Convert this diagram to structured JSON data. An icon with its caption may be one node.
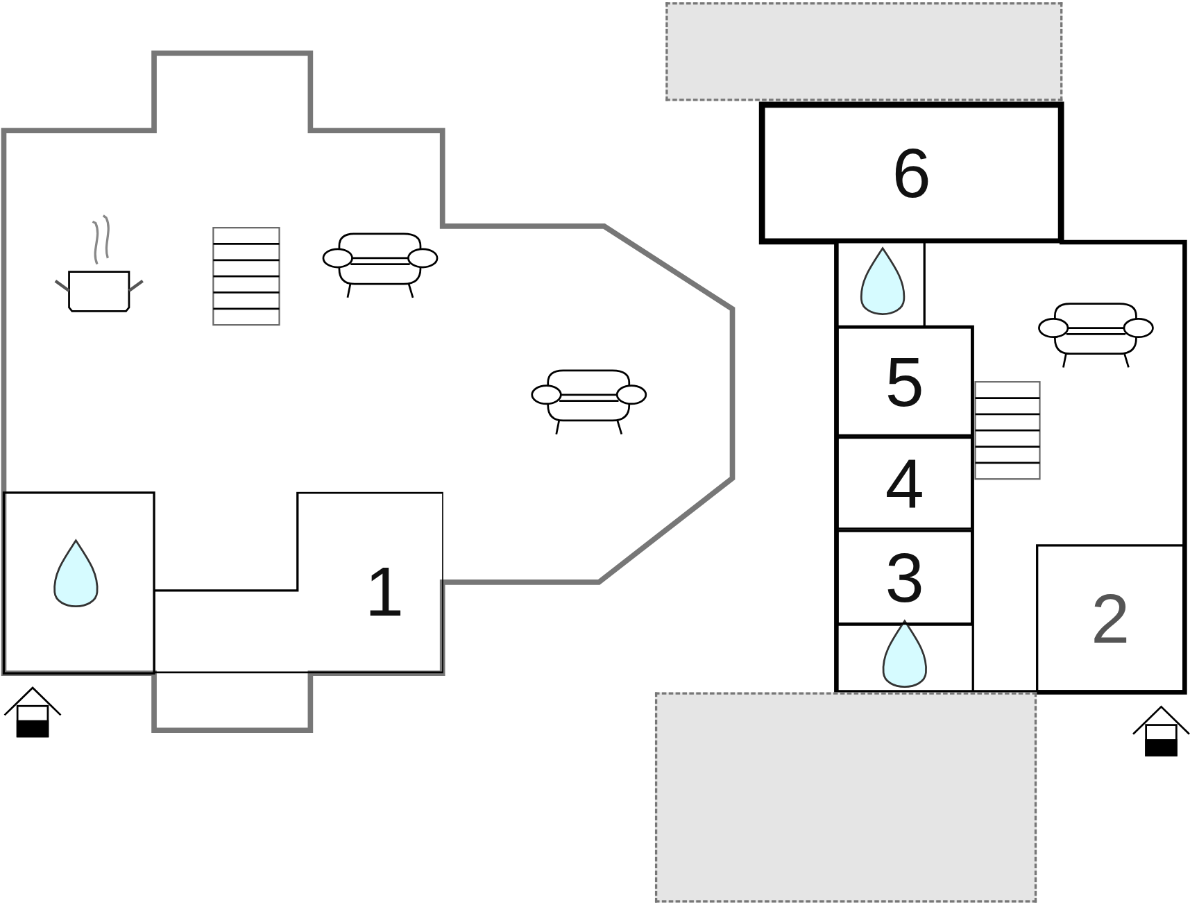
{
  "diagram": {
    "nodes": [
      {
        "text": [],
        "shape": "box"
      },
      {
        "text": [
          "6"
        ]
      },
      {
        "text": [
          "5"
        ]
      },
      {
        "text": [
          "4"
        ]
      },
      {
        "text": [
          "1"
        ]
      },
      {
        "text": [
          "3"
        ]
      },
      {
        "text": [
          "2"
        ]
      },
      {
        "text": [],
        "shape": "box"
      }
    ]
  }
}
